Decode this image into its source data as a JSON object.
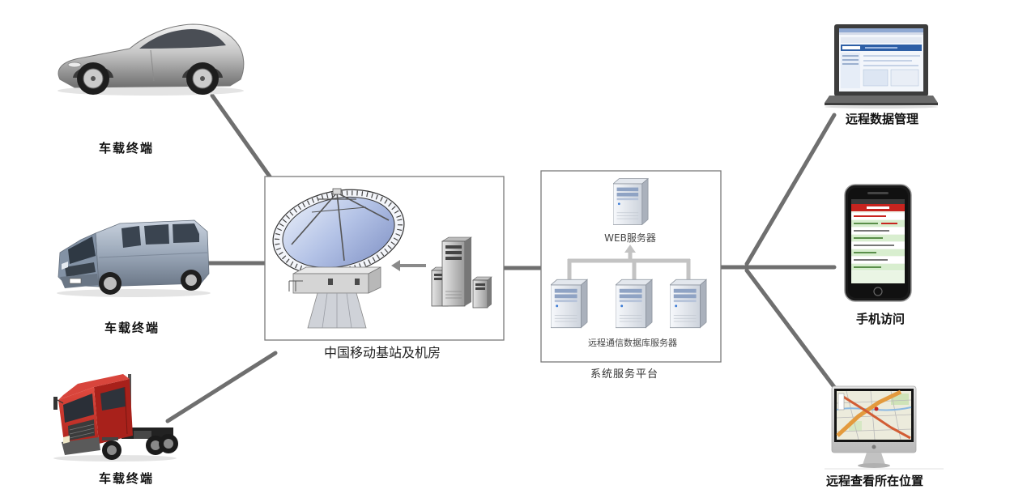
{
  "vehicles": [
    {
      "label": "车载终端",
      "icon": "sports-car-icon"
    },
    {
      "label": "车载终端",
      "icon": "van-icon"
    },
    {
      "label": "车载终端",
      "icon": "truck-icon"
    }
  ],
  "base_station": {
    "label": "中国移动基站及机房",
    "icons": [
      "satellite-dish-icon",
      "server-tower-icon"
    ]
  },
  "service_platform": {
    "label": "系统服务平台",
    "web_server": {
      "label": "WEB服务器",
      "icon": "server-icon"
    },
    "db_servers": {
      "label": "远程通信数据库服务器",
      "icon": "server-icon"
    }
  },
  "clients": [
    {
      "label": "远程数据管理",
      "icon": "laptop-icon"
    },
    {
      "label": "手机访问",
      "icon": "smartphone-icon"
    },
    {
      "label": "远程查看所在位置",
      "icon": "desktop-computer-icon"
    }
  ],
  "colors": {
    "connector": "#6f6f6f",
    "platform_connector": "#c3c3c3",
    "box_border": "#7a7a7a",
    "truck_cab": "#c62b23",
    "dish": "#b3c2e6",
    "phone_header": "#c7241f"
  }
}
